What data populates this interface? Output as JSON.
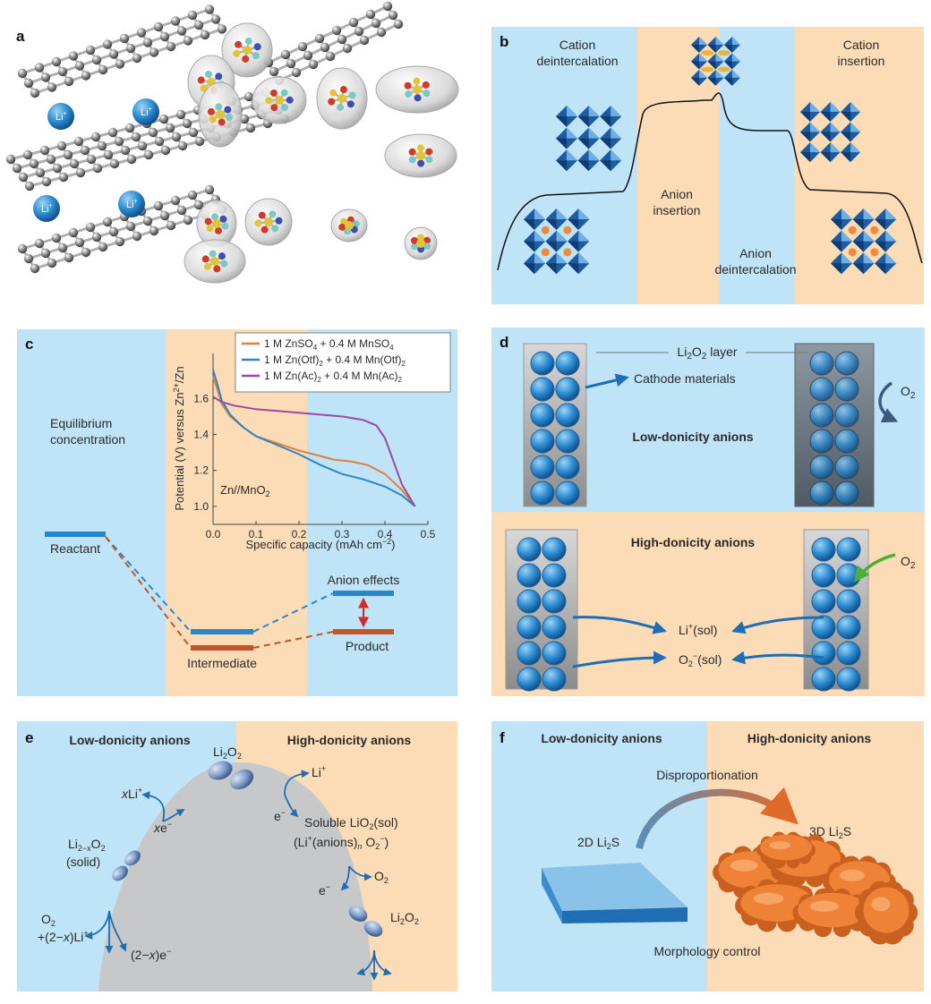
{
  "colors": {
    "blue_bg": "#bfe4f7",
    "orange_bg": "#fbdcb7",
    "dark_blue": "#1f6db3",
    "mid_blue": "#2b86c9",
    "orange_line": "#e0803a",
    "purple_line": "#9b4aa0",
    "brown": "#c0562a",
    "green": "#4caf3a",
    "red": "#d62a2a"
  },
  "panel_a": {
    "label": "a",
    "ion": "Li",
    "ion_sup": "+"
  },
  "panel_b": {
    "label": "b",
    "cation_deint_1": "Cation",
    "cation_deint_2": "deintercalation",
    "cation_ins_1": "Cation",
    "cation_ins_2": "insertion",
    "anion_ins_1": "Anion",
    "anion_ins_2": "insertion",
    "anion_deint_1": "Anion",
    "anion_deint_2": "deintercalation"
  },
  "panel_c": {
    "label": "c",
    "eq_1": "Equilibrium",
    "eq_2": "concentration",
    "reactant": "Reactant",
    "intermediate": "Intermediate",
    "product": "Product",
    "anion_effects": "Anion effects",
    "plot_note": "Zn//MnO",
    "plot_note_sub": "2",
    "chart_data": {
      "type": "line",
      "xlabel": "Specific capacity (mAh cm",
      "xlabel_sup": "−2",
      "xlabel_end": ")",
      "ylabel": "Potential (V) versus Zn",
      "ylabel_sup": "2+",
      "ylabel_end": "/Zn",
      "xlim": [
        0,
        0.5
      ],
      "ylim": [
        0.9,
        1.85
      ],
      "x_ticks": [
        "0.0",
        "0.1",
        "0.2",
        "0.3",
        "0.4",
        "0.5"
      ],
      "y_ticks": [
        "1.0",
        "1.2",
        "1.4",
        "1.6"
      ],
      "series": [
        {
          "name": "1 M ZnSO4 + 0.4 M MnSO4",
          "legend_a": "1 M ZnSO",
          "legend_a_sub": "4",
          "legend_b": " + 0.4 M MnSO",
          "legend_b_sub": "4",
          "color": "#e0803a",
          "x": [
            0,
            0.01,
            0.02,
            0.04,
            0.07,
            0.1,
            0.15,
            0.2,
            0.25,
            0.28,
            0.32,
            0.36,
            0.4,
            0.44,
            0.47
          ],
          "y": [
            1.72,
            1.65,
            1.57,
            1.5,
            1.44,
            1.39,
            1.35,
            1.31,
            1.28,
            1.26,
            1.25,
            1.23,
            1.18,
            1.09,
            1.0
          ]
        },
        {
          "name": "1 M Zn(Otf)2 + 0.4 M Mn(Otf)2",
          "legend_a": "1 M Zn(Otf)",
          "legend_a_sub": "2",
          "legend_b": " + 0.4 M Mn(Otf)",
          "legend_b_sub": "2",
          "color": "#2b86c9",
          "x": [
            0,
            0.01,
            0.02,
            0.04,
            0.07,
            0.1,
            0.15,
            0.2,
            0.25,
            0.3,
            0.35,
            0.4,
            0.44,
            0.47
          ],
          "y": [
            1.76,
            1.68,
            1.59,
            1.51,
            1.44,
            1.39,
            1.34,
            1.29,
            1.23,
            1.18,
            1.15,
            1.11,
            1.06,
            1.0
          ]
        },
        {
          "name": "1 M Zn(Ac)2 + 0.4 M Mn(Ac)2",
          "legend_a": "1 M Zn(Ac)",
          "legend_a_sub": "2",
          "legend_b": " + 0.4 M Mn(Ac)",
          "legend_b_sub": "2",
          "color": "#9b4aa0",
          "x": [
            0,
            0.02,
            0.05,
            0.1,
            0.15,
            0.2,
            0.25,
            0.3,
            0.35,
            0.38,
            0.4,
            0.42,
            0.44,
            0.47
          ],
          "y": [
            1.61,
            1.58,
            1.56,
            1.54,
            1.53,
            1.52,
            1.51,
            1.5,
            1.48,
            1.45,
            1.38,
            1.25,
            1.12,
            1.0
          ]
        }
      ]
    }
  },
  "panel_d": {
    "label": "d",
    "layer_a": "Li",
    "layer_sub": "2",
    "layer_b": "O",
    "layer_sub2": "2",
    "layer_c": " layer",
    "cathode": "Cathode materials",
    "o2": "O",
    "o2_sub": "2",
    "low": "Low-donicity anions",
    "high": "High-donicity anions",
    "li_sol_a": "Li",
    "li_sol_sup": "+",
    "li_sol_b": "(sol)",
    "o2_sol_a": "O",
    "o2_sol_sub": "2",
    "o2_sol_sup": "−",
    "o2_sol_b": "(sol)"
  },
  "panel_e": {
    "label": "e",
    "low": "Low-donicity anions",
    "high": "High-donicity anions",
    "li2o2": "Li",
    "sub2": "2",
    "o": "O",
    "xli_a": "x",
    "xli_b": "Li",
    "plus": "+",
    "xe_a": "x",
    "xe_b": "e",
    "minus": "−",
    "li": "Li",
    "e": "e",
    "soluble_a": "Soluble LiO",
    "soluble_b": "(sol)",
    "anions_a": "(Li",
    "anions_b": "(anions)",
    "anions_n": "n",
    "anions_c": " O",
    "anions_d": ")",
    "li2x_a": "Li",
    "li2x_sub": "2−x",
    "li2x_b": "O",
    "solid": "(solid)",
    "o2b": "O",
    "plus2x_a": "+(2−",
    "plus2x_x": "x",
    "plus2x_b": ")Li",
    "e2x_a": "(2−",
    "e2x_x": "x",
    "e2x_b": ")e"
  },
  "panel_f": {
    "label": "f",
    "low": "Low-donicity anions",
    "high": "High-donicity anions",
    "disp": "Disproportionation",
    "li2s_2d_a": "2D Li",
    "li2s_sub": "2",
    "li2s_s": "S",
    "li2s_3d_a": "3D Li",
    "morph": "Morphology control"
  }
}
